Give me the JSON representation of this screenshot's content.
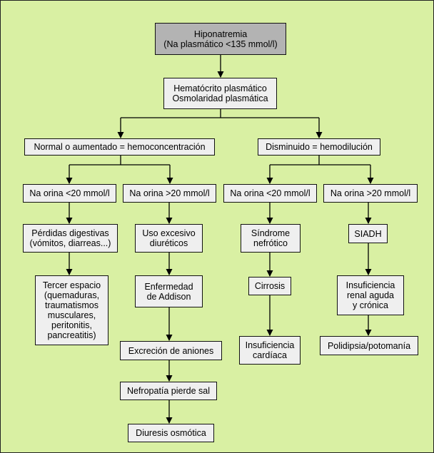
{
  "nodes": {
    "root": [
      "Hiponatremia",
      "(Na plasmático <135 mmol/l)"
    ],
    "hematocrito": [
      "Hematócrito plasmático",
      "Osmolaridad plasmática"
    ],
    "normal": [
      "Normal o aumentado = hemoconcentración"
    ],
    "disminuido": [
      "Disminuido = hemodilución"
    ],
    "na_lt_1": [
      "Na orina <20 mmol/l"
    ],
    "na_gt_1": [
      "Na orina >20 mmol/l"
    ],
    "na_lt_2": [
      "Na orina <20 mmol/l"
    ],
    "na_gt_2": [
      "Na orina >20 mmol/l"
    ],
    "perdidas": [
      "Pérdidas digestivas",
      "(vómitos, diarreas...)"
    ],
    "diureticos": [
      "Uso excesivo",
      "diuréticos"
    ],
    "nefrotico": [
      "Síndrome",
      "nefrótico"
    ],
    "siadh": [
      "SIADH"
    ],
    "tercer": [
      "Tercer espacio",
      "(quemaduras,",
      "traumatismos",
      "musculares,",
      "peritonitis,",
      "pancreatitis)"
    ],
    "addison": [
      "Enfermedad",
      "de Addison"
    ],
    "cirrosis": [
      "Cirrosis"
    ],
    "insuf_renal": [
      "Insuficiencia",
      "renal aguda",
      "y crónica"
    ],
    "aniones": [
      "Excreción de aniones"
    ],
    "insuf_cardiaca": [
      "Insuficiencia",
      "cardíaca"
    ],
    "polidipsia": [
      "Polidipsia/potomanía"
    ],
    "nefropatia": [
      "Nefropatía pierde sal"
    ],
    "diuresis": [
      "Diuresis osmótica"
    ]
  },
  "colors": {
    "background": "#d9f0a3",
    "box": "#efefef",
    "root_box": "#b3b3b3",
    "line": "#000000"
  }
}
